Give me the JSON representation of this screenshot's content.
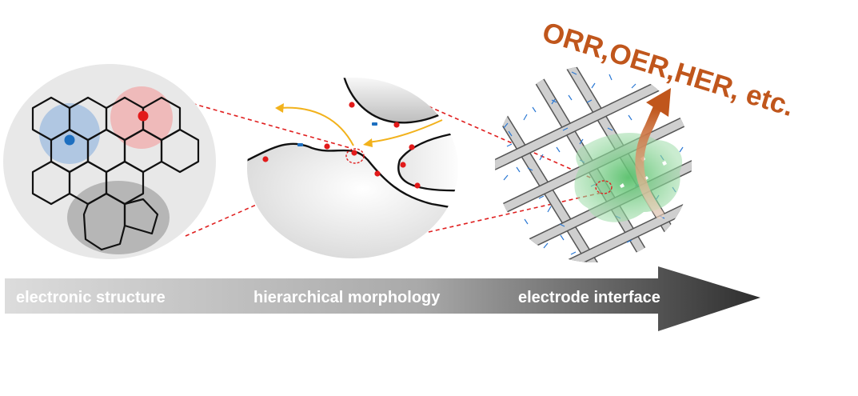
{
  "reaction": {
    "text": "ORR,OER,HER, etc."
  },
  "stages": [
    {
      "label": "electronic structure"
    },
    {
      "label": "hierarchical morphology"
    },
    {
      "label": "electrode interface"
    }
  ],
  "colors": {
    "reaction": "#c0561c",
    "site_red": "#e21a1a",
    "site_blue": "#1d6fc0",
    "connector": "#e02020",
    "flow_arrow": "#f2b21c",
    "fiber": "#c9c9c9",
    "catalyst": "#3fae57"
  }
}
